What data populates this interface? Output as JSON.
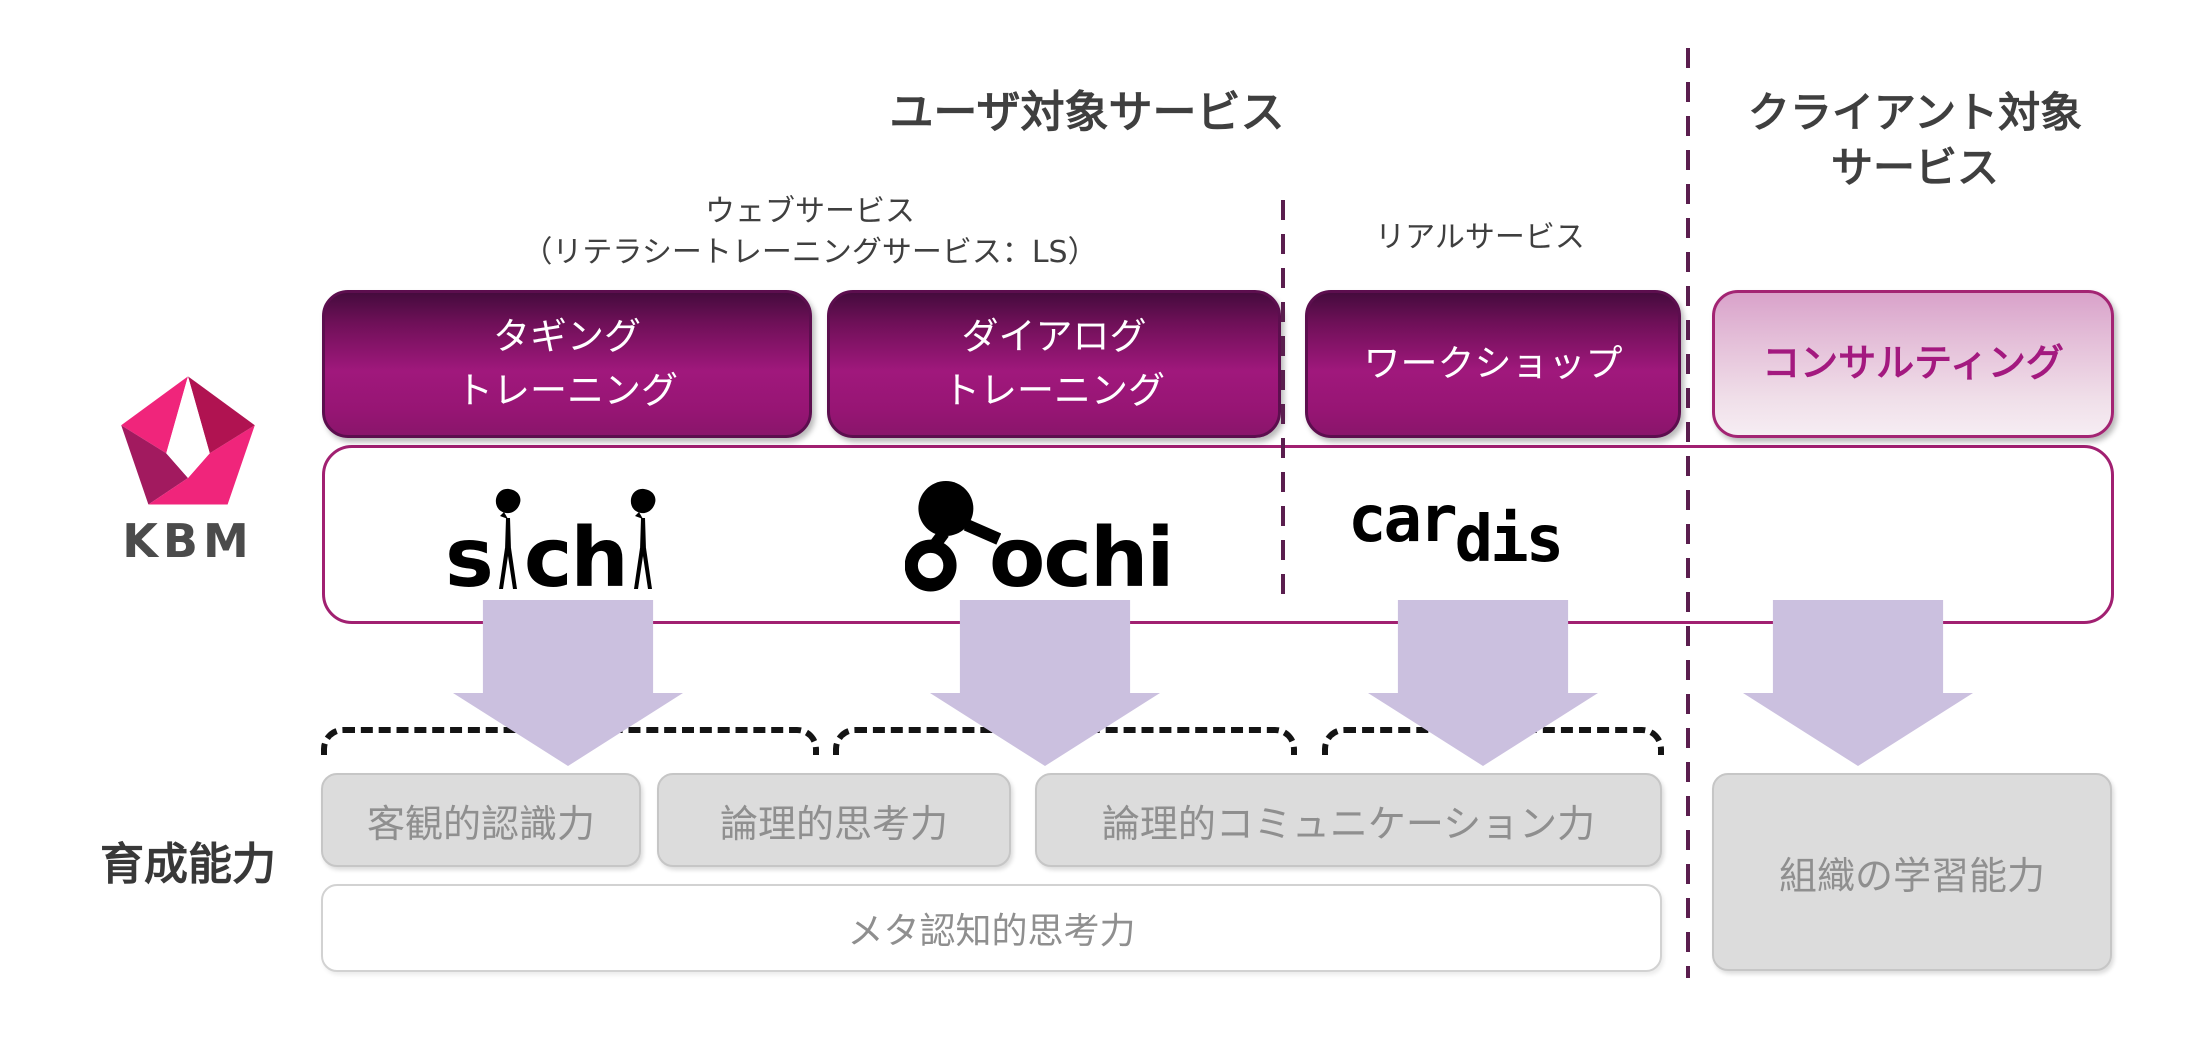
{
  "header": {
    "user_services_title": "ユーザ対象サービス",
    "client_title_line1": "クライアント対象",
    "client_title_line2": "サービス"
  },
  "subheaders": {
    "web_line1": "ウェブサービス",
    "web_line2": "（リテラシートレーニングサービス：LS）",
    "real": "リアルサービス"
  },
  "brand": {
    "name": "KBM"
  },
  "services": {
    "tagging_line1": "タギング",
    "tagging_line2": "トレーニング",
    "dialog_line1": "ダイアログ",
    "dialog_line2": "トレーニング",
    "workshop": "ワークショップ",
    "consulting": "コンサルティング"
  },
  "logos": {
    "sichi_p1": "s",
    "sichi_p2": "ch",
    "oochi_text": "ochi",
    "cardis_p1": "car",
    "cardis_p2": "dis"
  },
  "abilities": {
    "section_label": "育成能力",
    "objective_recognition": "客観的認識力",
    "logical_thinking": "論理的思考力",
    "logical_communication": "論理的コミュニケーション力",
    "org_learning": "組織の学習能力",
    "meta_cognitive": "メタ認知的思考力"
  },
  "colors": {
    "accent_magenta": "#A0187C",
    "accent_box_border": "#5C0E4E",
    "band_border": "#A12071",
    "consulting_text": "#A3197F",
    "arrow_lavender": "#CBC0DF",
    "separator_plum": "#5A1E4E",
    "gray_fill": "#DCDCDC",
    "gray_text": "#8F8F8F",
    "title_text": "#3F3F3F",
    "brand_pink": "#F0257B",
    "brand_crimson": "#B01351",
    "brand_purple": "#A21A5F"
  }
}
